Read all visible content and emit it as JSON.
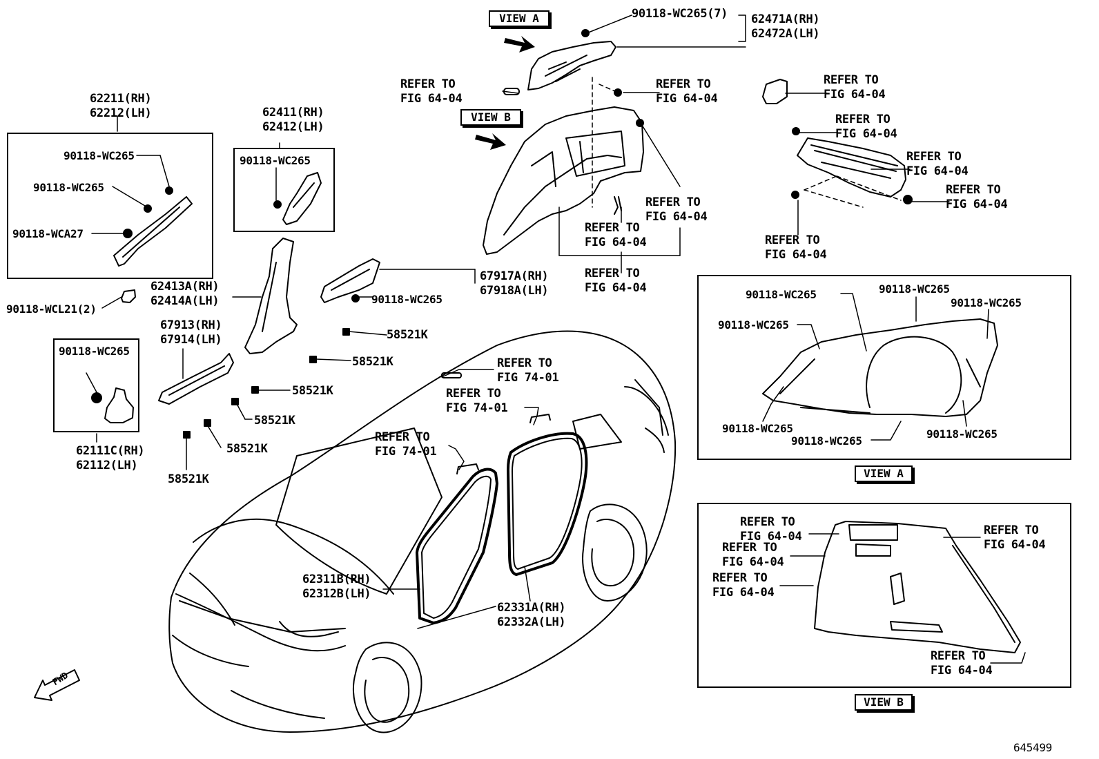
{
  "diagram_id": "645499",
  "view_tags": {
    "view_a": "VIEW A",
    "view_b": "VIEW B"
  },
  "fwd": "FWD",
  "labels": {
    "p62471": [
      "62471A(RH)",
      "62472A(LH)"
    ],
    "p90118_top": "90118-WC265(7)",
    "p62211": [
      "62211(RH)",
      "62212(LH)"
    ],
    "p62411": [
      "62411(RH)",
      "62412(LH)"
    ],
    "p62413": [
      "62413A(RH)",
      "62414A(LH)"
    ],
    "p67917": [
      "67917A(RH)",
      "67918A(LH)"
    ],
    "p67913": [
      "67913(RH)",
      "67914(LH)"
    ],
    "p62111": [
      "62111C(RH)",
      "62112(LH)"
    ],
    "p62311": [
      "62311B(RH)",
      "62312B(LH)"
    ],
    "p62331": [
      "62331A(RH)",
      "62332A(LH)"
    ],
    "wc265": "90118-WC265",
    "wca27": "90118-WCA27",
    "wcl21": "90118-WCL21(2)",
    "k58521": "58521K",
    "refer": "REFER TO",
    "fig6404": "FIG 64-04",
    "fig7401": "FIG 74-01"
  }
}
